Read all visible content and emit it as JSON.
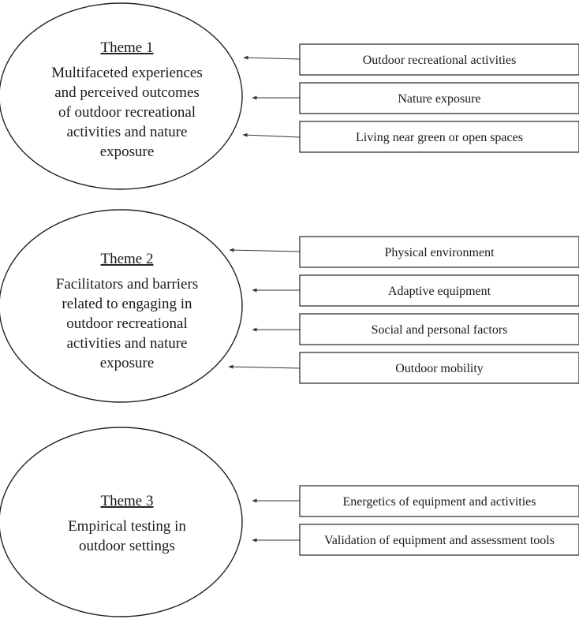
{
  "themes": [
    {
      "title": "Theme 1",
      "description_lines": [
        "Multifaceted experiences",
        "and perceived outcomes",
        "of outdoor recreational",
        "activities and nature",
        "exposure"
      ],
      "subtopics": [
        "Outdoor recreational activities",
        "Nature exposure",
        "Living near green or open spaces"
      ]
    },
    {
      "title": "Theme 2",
      "description_lines": [
        "Facilitators and barriers",
        "related to engaging in",
        "outdoor recreational",
        "activities and nature",
        "exposure"
      ],
      "subtopics": [
        "Physical environment",
        "Adaptive equipment",
        "Social and personal factors",
        "Outdoor mobility"
      ]
    },
    {
      "title": "Theme 3",
      "description_lines": [
        "Empirical testing in",
        "outdoor settings"
      ],
      "subtopics": [
        "Energetics of equipment and activities",
        "Validation of equipment and assessment tools"
      ]
    }
  ]
}
